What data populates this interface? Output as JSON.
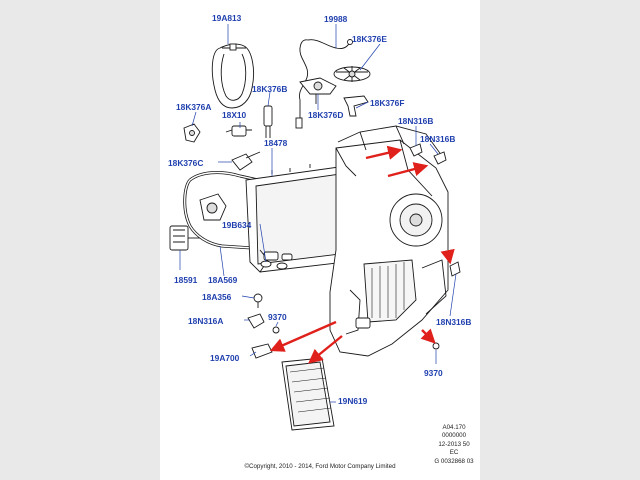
{
  "labels": {
    "l19A813": "19A813",
    "l19988": "19988",
    "l18K376E": "18K376E",
    "l18K376B": "18K376B",
    "l18K376D": "18K376D",
    "l18K376F": "18K376F",
    "l18K376A": "18K376A",
    "l18X10": "18X10",
    "l18N316B_a": "18N316B",
    "l18N316B_b": "18N316B",
    "l18K376C": "18K376C",
    "l18478": "18478",
    "l19B634": "19B634",
    "l18591": "18591",
    "l18A569": "18A569",
    "l18A356": "18A356",
    "l9370_a": "9370",
    "l18N316A": "18N316A",
    "l18N316B_c": "18N316B",
    "l19A700": "19A700",
    "l9370_b": "9370",
    "l19N619": "19N619"
  },
  "reference": {
    "line1": "A04.170",
    "line2": "0000000",
    "line3": "12-2013 50",
    "line4": "EC",
    "line5": "G 0032868 03"
  },
  "copyright": "©Copyright, 2010 - 2014, Ford Motor Company Limited",
  "colors": {
    "label": "#1f3fae",
    "arrow": "#e0201b",
    "leader": "#1f3fae",
    "line": "#1a1a1a",
    "background": "#e9e9e9"
  }
}
